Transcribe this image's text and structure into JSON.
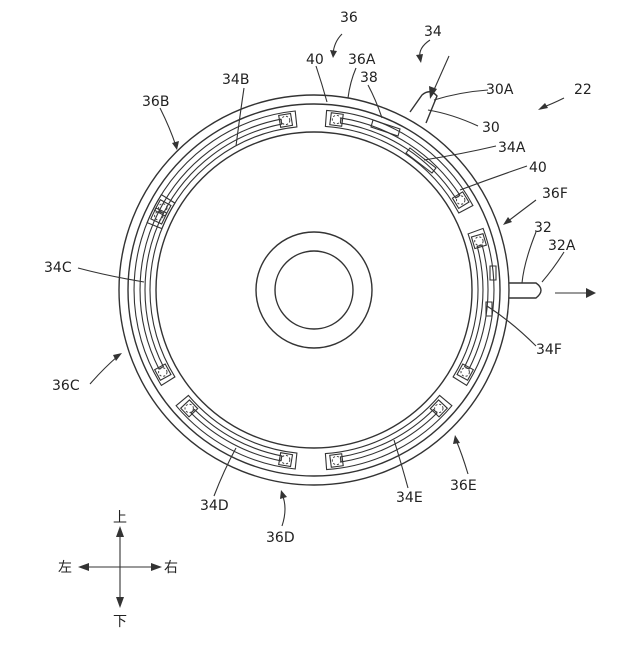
{
  "labels": {
    "l36": "36",
    "l34": "34",
    "l40a": "40",
    "l36A": "36A",
    "l38": "38",
    "l34B": "34B",
    "l36B": "36B",
    "l30A": "30A",
    "l22": "22",
    "l30": "30",
    "l34A": "34A",
    "l40b": "40",
    "l36F": "36F",
    "l32": "32",
    "l32A": "32A",
    "l34C": "34C",
    "l34F": "34F",
    "l36C": "36C",
    "l36E": "36E",
    "l34D": "34D",
    "l34E": "34E",
    "l36D": "36D"
  },
  "compass": {
    "up": "上",
    "down": "下",
    "left": "左",
    "right": "右"
  }
}
